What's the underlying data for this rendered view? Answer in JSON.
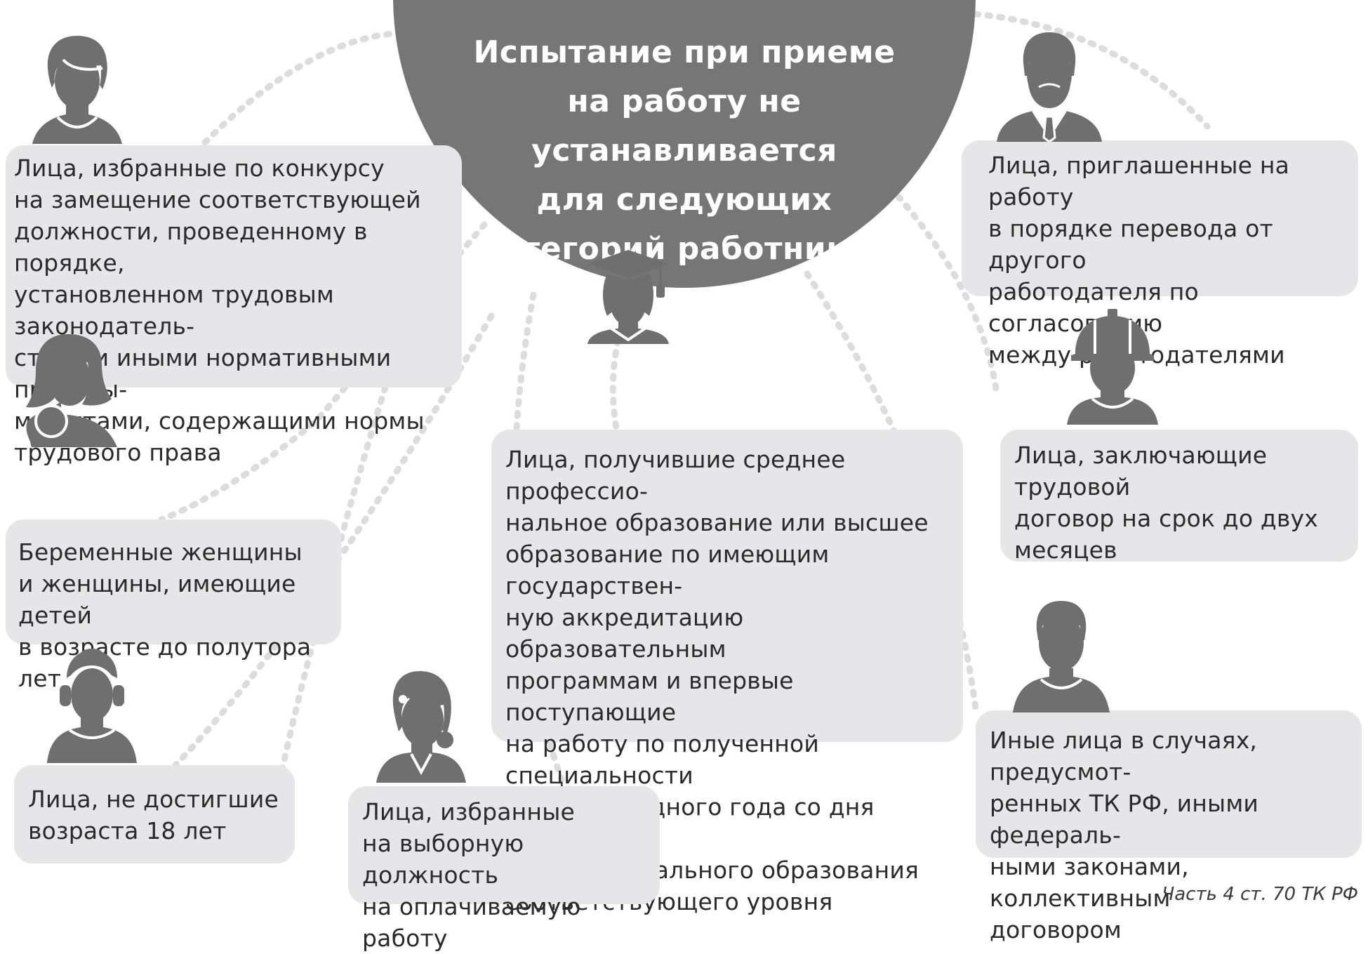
{
  "title": "Испытание при приеме\nна работу не устанавливается\nдля следующих\nкатегорий работников",
  "colors": {
    "circle": "#767676",
    "card": "#e6e6e8",
    "icon": "#6f6f6f",
    "dots": "#dcdcdc"
  },
  "categories": [
    {
      "text": "Лица, избранные по конкурсу\nна замещение соответствующей\nдолжности, проведенному в порядке,\nустановленном трудовым законодатель-\nством и иными нормативными правовы-\nми актами, содержащими нормы\nтрудового права",
      "icon": "woman-short-hair-icon"
    },
    {
      "text": "Лица, приглашенные на работу\nв порядке перевода от другого\nработодателя по согласованию\nмежду работодателями",
      "icon": "bearded-man-tie-icon"
    },
    {
      "text": "Беременные женщины\nи женщины, имеющие детей\nв возрасте до полутора лет",
      "icon": "mother-with-child-icon"
    },
    {
      "text": "Лица, получившие среднее профессио-\nнальное образование или высшее\nобразование по имеющим государствен-\nную аккредитацию образовательным\nпрограммам и впервые поступающие\nна работу по полученной специальности\nв течение одного года со дня получения\nпрофессионального образования\nсоответствующего уровня",
      "icon": "graduate-cap-icon"
    },
    {
      "text": "Лица, заключающие трудовой\nдоговор на срок до двух\nмесяцев",
      "icon": "worker-helmet-icon"
    },
    {
      "text": "Лица, не достигшие\nвозраста 18 лет",
      "icon": "teen-headphones-icon"
    },
    {
      "text": "Лица, избранные\nна выборную должность\nна оплачиваемую работу",
      "icon": "woman-bun-icon"
    },
    {
      "text": "Иные лица в случаях, предусмот-\nренных ТК РФ, иными федераль-\nными законами, коллективным\nдоговором",
      "icon": "man-icon"
    }
  ],
  "source": "Часть 4 ст. 70 ТК РФ"
}
